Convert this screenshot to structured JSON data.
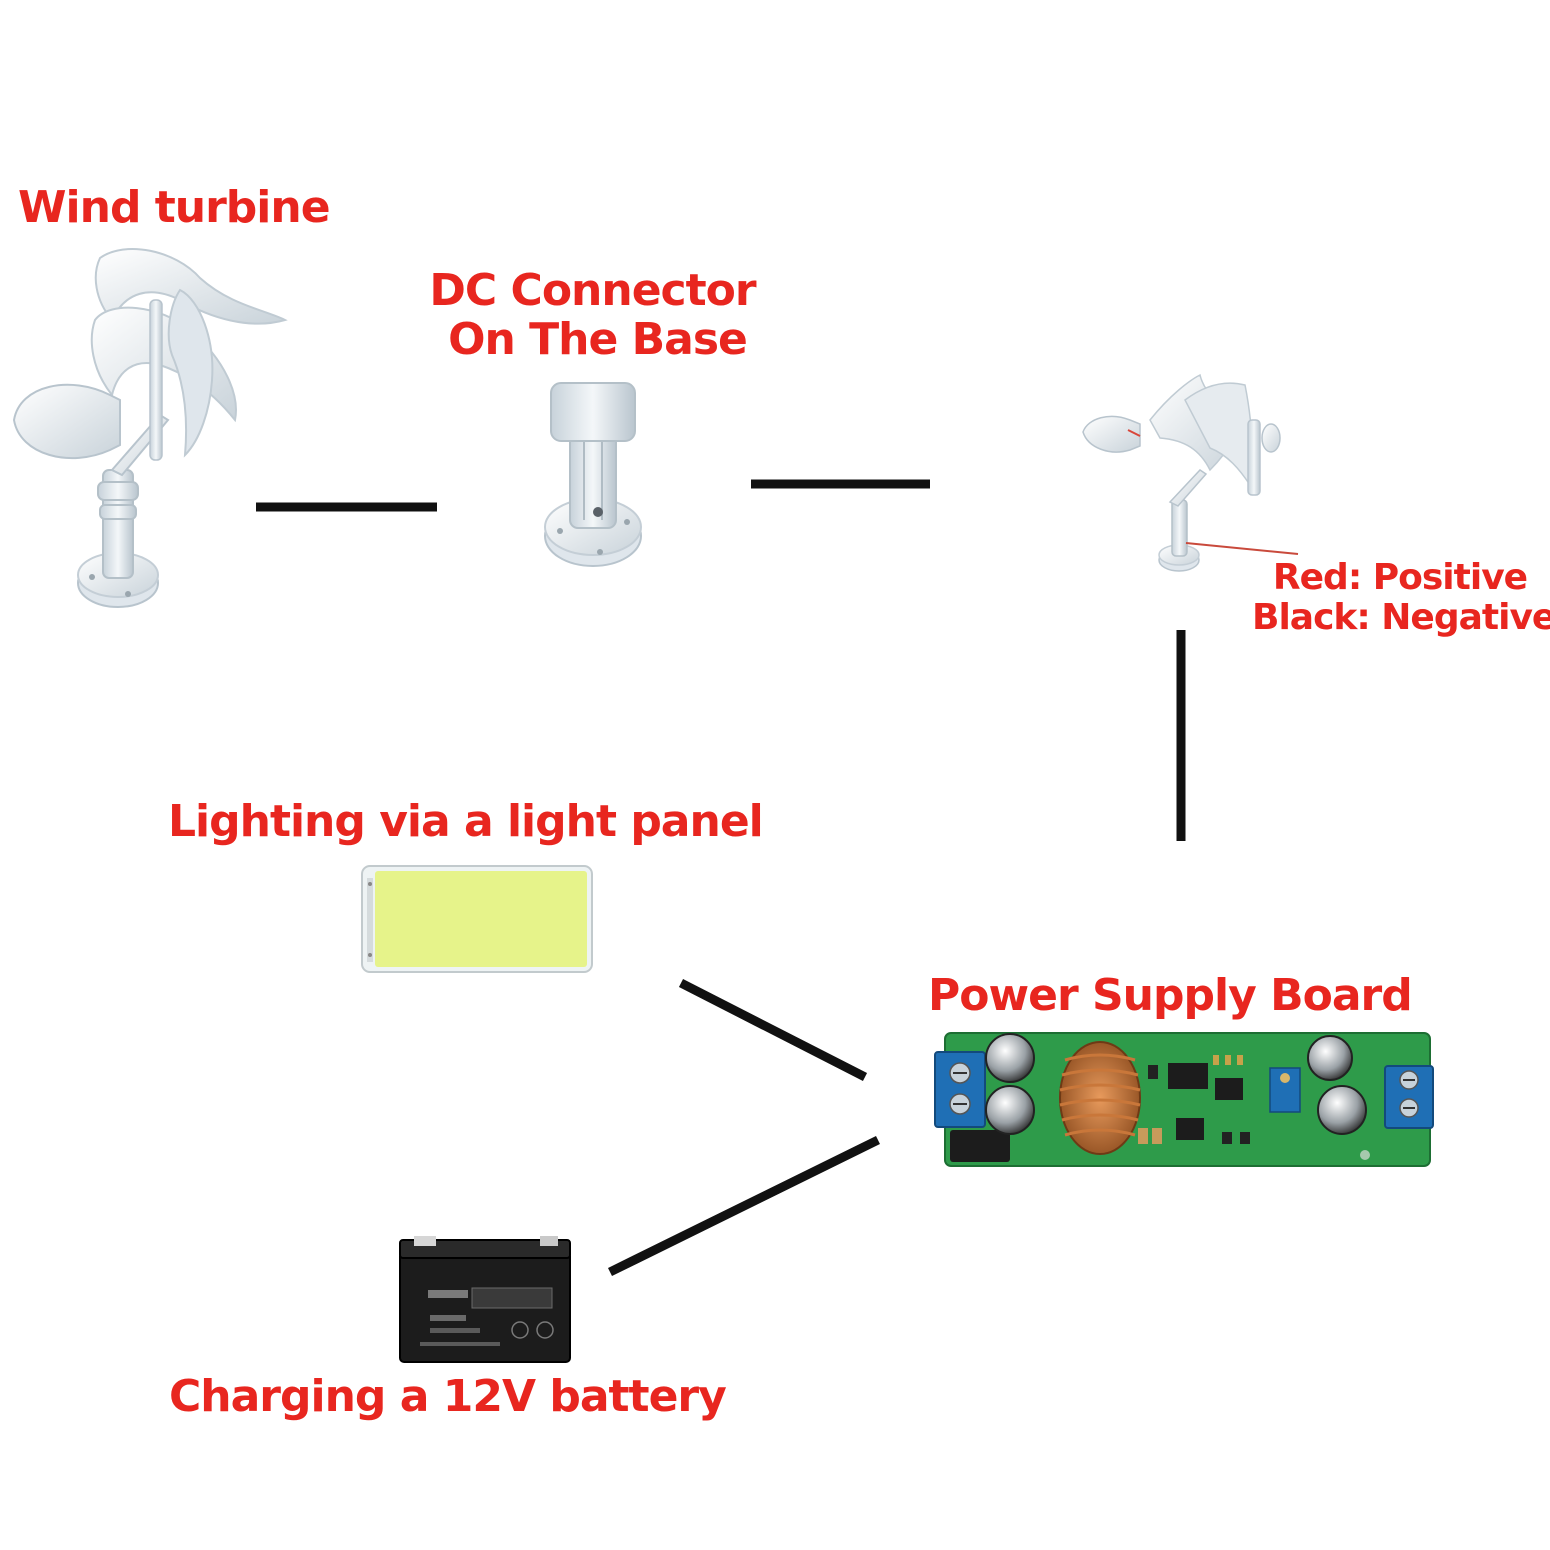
{
  "labels": {
    "wind_turbine": "Wind turbine",
    "dc_connector_line1": "DC Connector",
    "dc_connector_line2": "On The Base",
    "polarity_positive": "Red: Positive",
    "polarity_negative": "Black: Negative",
    "lighting": "Lighting via a light panel",
    "power_board": "Power Supply Board",
    "battery": "Charging a 12V battery"
  },
  "colors": {
    "label": "#e8261f",
    "connector_line": "#111111",
    "pcb_green": "#2e9b4a",
    "terminal_blue": "#1f6fb5",
    "led_panel": "#e6f38a",
    "battery_body": "#1c1c1c",
    "turbine_white": "#e9eef2"
  },
  "icons": {
    "turbine": "wind-turbine-icon",
    "connector": "dc-connector-base-icon",
    "small_turbine": "small-wind-turbine-icon",
    "panel": "led-light-panel-icon",
    "board": "power-supply-board-icon",
    "battery": "battery-12v-icon"
  }
}
